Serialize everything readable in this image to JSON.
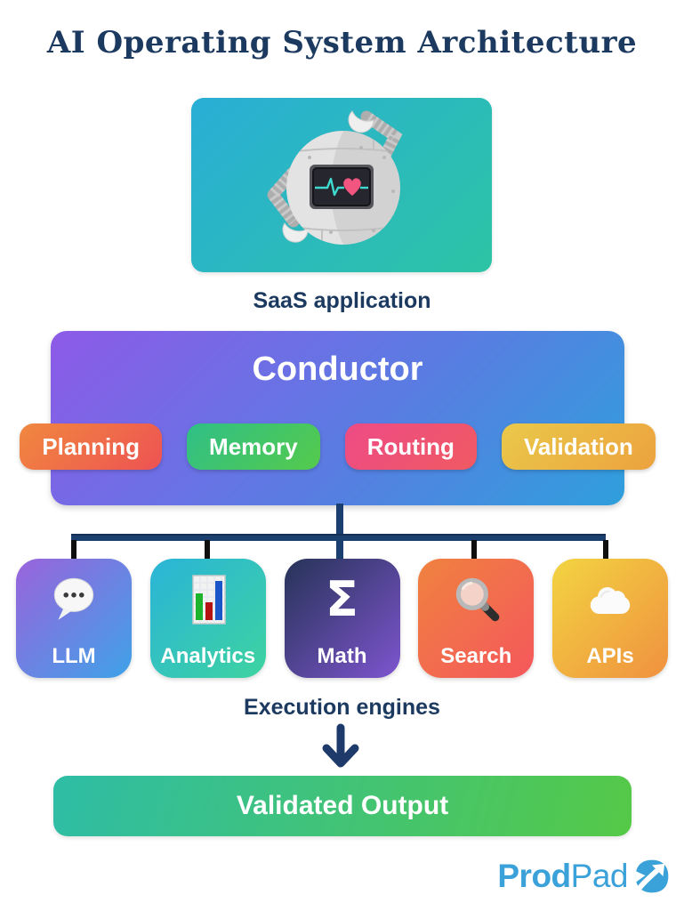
{
  "title": "AI Operating System Architecture",
  "saas_card": {
    "label": "SaaS application",
    "illustration": "robot-with-heart-monitor",
    "color_from": "#29aed6",
    "color_to": "#2dc4a5"
  },
  "conductor": {
    "title": "Conductor",
    "color_from": "#8d5ae8",
    "color_to": "#2f9fdc",
    "pills": [
      {
        "label": "Planning",
        "color_from": "#f0883f",
        "color_to": "#ee5253"
      },
      {
        "label": "Memory",
        "color_from": "#2fbf87",
        "color_to": "#55ca4b"
      },
      {
        "label": "Routing",
        "color_from": "#ed4b86",
        "color_to": "#f05a62"
      },
      {
        "label": "Validation",
        "color_from": "#e9c94a",
        "color_to": "#eda23e"
      }
    ]
  },
  "engines": {
    "caption": "Execution engines",
    "items": [
      {
        "label": "LLM",
        "icon": "speech-bubble-icon",
        "color_from": "#9a63dc",
        "color_to": "#3fa2e8"
      },
      {
        "label": "Analytics",
        "icon": "bar-chart-icon",
        "color_from": "#2ab4d8",
        "color_to": "#3ed3a0"
      },
      {
        "label": "Math",
        "icon": "sigma-icon",
        "glyph": "Σ",
        "color_from": "#263357",
        "color_to": "#7e55cf"
      },
      {
        "label": "Search",
        "icon": "magnifying-glass-icon",
        "color_from": "#f0823f",
        "color_to": "#f4575c"
      },
      {
        "label": "APIs",
        "icon": "cloud-icon",
        "color_from": "#f2d441",
        "color_to": "#f09140"
      }
    ]
  },
  "output": {
    "label": "Validated Output",
    "color_from": "#2ebda6",
    "color_to": "#55c947"
  },
  "brand": {
    "name_bold": "Prod",
    "name_regular": "Pad",
    "color": "#3ba1d9"
  },
  "connector": {
    "line_color": "#1b4070",
    "stub_color": "#0f0f0f"
  },
  "text_color": "#1c3a60"
}
